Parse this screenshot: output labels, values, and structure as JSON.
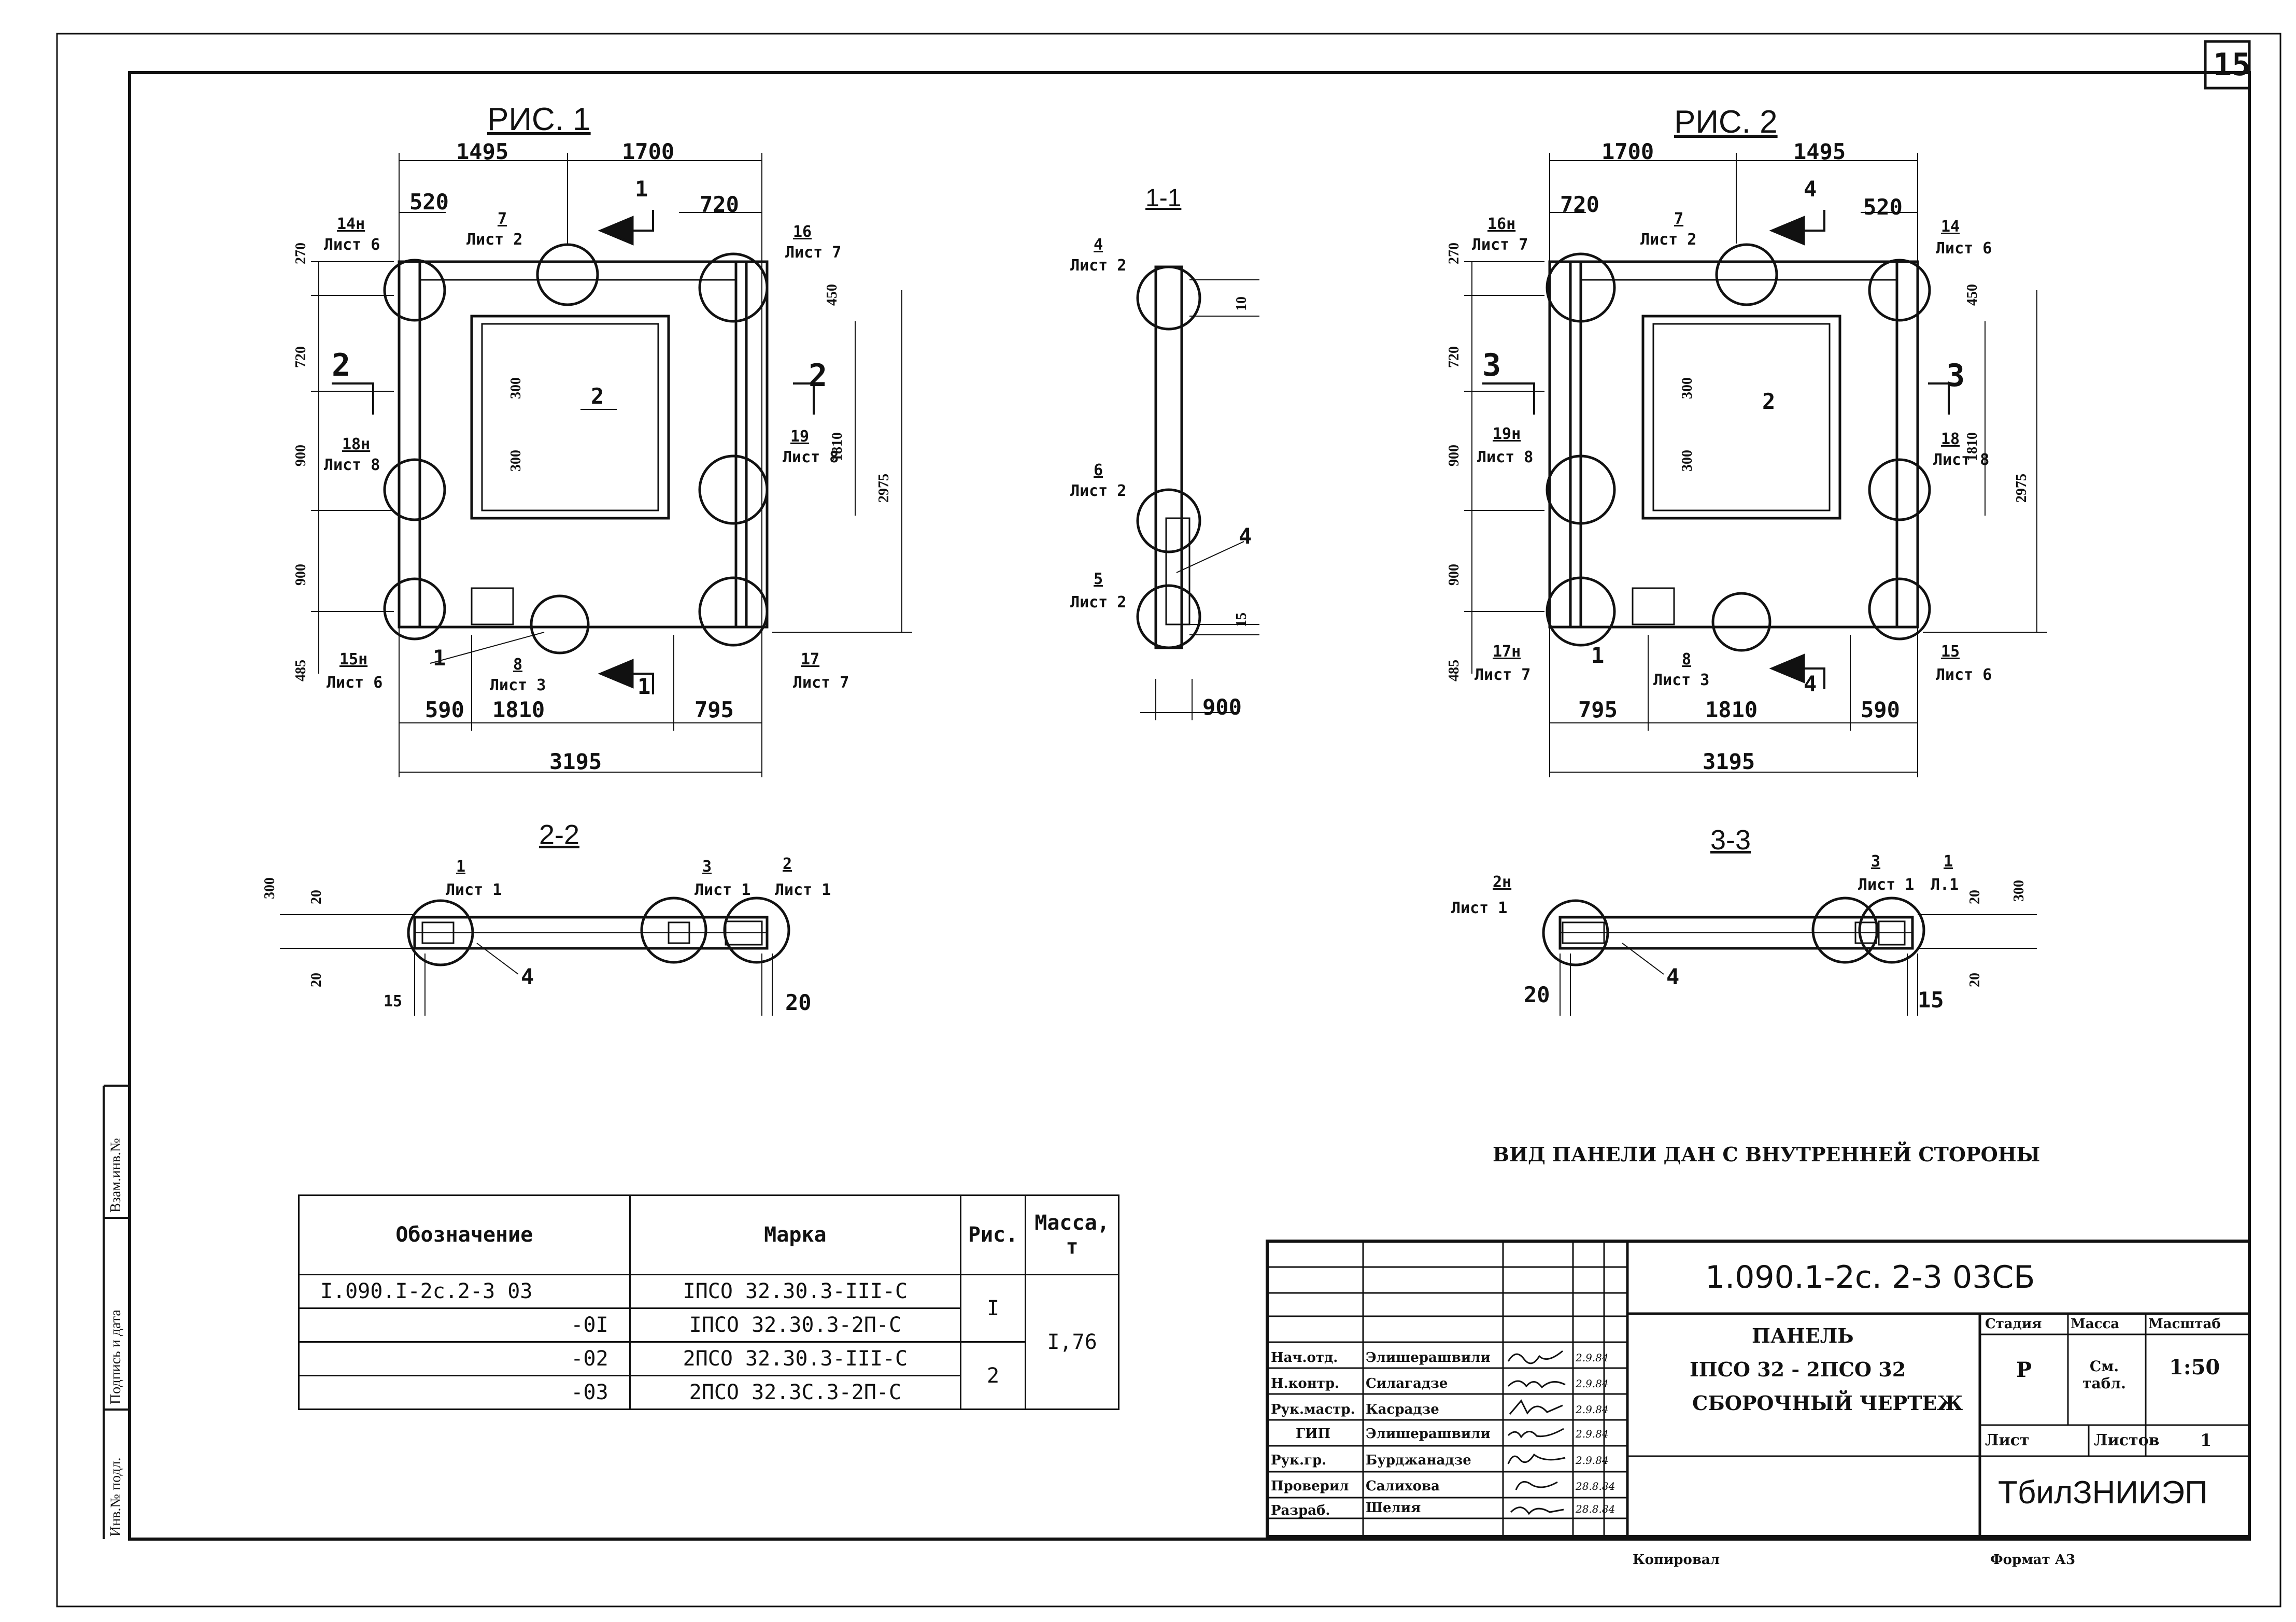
{
  "sheet_number": "15",
  "figures": {
    "fig1": {
      "title": "РИС. 1",
      "dims": [
        "1495",
        "1700",
        "520",
        "720",
        "270",
        "450",
        "720",
        "900",
        "900",
        "485",
        "1810",
        "2975",
        "590",
        "1810",
        "795",
        "3195",
        "300",
        "300"
      ],
      "callouts": [
        {
          "num": "14н",
          "sheet": "Лист 6"
        },
        {
          "num": "7",
          "sheet": "Лист 2"
        },
        {
          "num": "16",
          "sheet": "Лист 7"
        },
        {
          "num": "18н",
          "sheet": "Лист 8"
        },
        {
          "num": "19",
          "sheet": "Лист 8"
        },
        {
          "num": "15н",
          "sheet": "Лист 6"
        },
        {
          "num": "8",
          "sheet": "Лист 3"
        },
        {
          "num": "17",
          "sheet": "Лист 7"
        }
      ],
      "markers": [
        "1",
        "1",
        "2",
        "2",
        "2",
        "1"
      ]
    },
    "fig2": {
      "title": "РИС. 2",
      "dims": [
        "1700",
        "1495",
        "720",
        "520",
        "270",
        "450",
        "720",
        "900",
        "900",
        "485",
        "1810",
        "2975",
        "795",
        "1810",
        "590",
        "3195",
        "300",
        "300"
      ],
      "callouts": [
        {
          "num": "16н",
          "sheet": "Лист 7"
        },
        {
          "num": "7",
          "sheet": "Лист 2"
        },
        {
          "num": "14",
          "sheet": "Лист 6"
        },
        {
          "num": "19н",
          "sheet": "Лист 8"
        },
        {
          "num": "18",
          "sheet": "Лист 8"
        },
        {
          "num": "17н",
          "sheet": "Лист 7"
        },
        {
          "num": "8",
          "sheet": "Лист 3"
        },
        {
          "num": "15",
          "sheet": "Лист 6"
        }
      ],
      "markers": [
        "4",
        "4",
        "3",
        "3",
        "2",
        "1"
      ]
    },
    "section_1_1": {
      "title": "1-1",
      "callouts": [
        {
          "num": "4",
          "sheet": "Лист 2"
        },
        {
          "num": "6",
          "sheet": "Лист 2"
        },
        {
          "num": "5",
          "sheet": "Лист 2"
        }
      ],
      "dims": [
        "10",
        "15",
        "900"
      ],
      "marker": "4"
    },
    "section_2_2": {
      "title": "2-2",
      "callouts": [
        {
          "num": "1",
          "sheet": "Лист 1"
        },
        {
          "num": "3",
          "sheet": "Лист 1"
        },
        {
          "num": "2",
          "sheet": "Лист 1"
        }
      ],
      "dims": [
        "300",
        "20",
        "20",
        "15",
        "20"
      ],
      "marker": "4"
    },
    "section_3_3": {
      "title": "3-3",
      "callouts": [
        {
          "num": "2н",
          "sheet": "Лист 1"
        },
        {
          "num": "3",
          "sheet": "Лист 1"
        },
        {
          "num": "1",
          "sheet": "Л.1"
        }
      ],
      "dims": [
        "20",
        "300",
        "20",
        "15",
        "20"
      ],
      "marker": "4"
    }
  },
  "note": "ВИД ПАНЕЛИ ДАН С ВНУТРЕННЕЙ СТОРОНЫ",
  "marks_table": {
    "headers": [
      "Обозначение",
      "Марка",
      "Рис.",
      "Масса, т"
    ],
    "rows": [
      {
        "code": "I.090.I-2c.2-3 03",
        "mark": "IПСО 32.30.3-III-С"
      },
      {
        "code": "-0I",
        "mark": "IПСО 32.30.3-2П-С"
      },
      {
        "code": "-02",
        "mark": "2ПСО 32.30.3-III-С"
      },
      {
        "code": "-03",
        "mark": "2ПСО 32.3С.3-2П-С"
      }
    ],
    "fig_values": [
      "I",
      "2"
    ],
    "mass": "I,76"
  },
  "side_stamp": [
    "Инв.№ подл.",
    "Подпись и дата",
    "Взам.инв.№"
  ],
  "title_block": {
    "code": "1.090.1-2с. 2-3 03СБ",
    "name_lines": [
      "ПАНЕЛЬ",
      "IПСО 32 - 2ПСО 32",
      "СБОРОЧНЫЙ ЧЕРТЕЖ"
    ],
    "stage_label": "Стадия",
    "mass_label": "Масса",
    "scale_label": "Масштаб",
    "stage": "Р",
    "mass": "См. табл.",
    "scale": "1:50",
    "sheet_label": "Лист",
    "sheets_label": "Листов",
    "sheets": "1",
    "org": "ТбилЗНИИЭП",
    "people": [
      {
        "role": "Нач.отд.",
        "name": "Элишерашвили",
        "date": "2.9.84"
      },
      {
        "role": "Н.контр.",
        "name": "Силагадзе",
        "date": "2.9.84"
      },
      {
        "role": "Рук.мастр.",
        "name": "Касрадзе",
        "date": "2.9.84"
      },
      {
        "role": "ГИП",
        "name": "Элишерашвили",
        "date": "2.9.84"
      },
      {
        "role": "Рук.гр.",
        "name": "Бурджанадзе",
        "date": "2.9.84"
      },
      {
        "role": "Проверил",
        "name": "Салихова",
        "date": "28.8.84"
      },
      {
        "role": "Разраб.",
        "name": "Шелия",
        "date": "28.8.84"
      }
    ]
  },
  "footer": {
    "copied": "Копировал",
    "format": "Формат А3"
  }
}
